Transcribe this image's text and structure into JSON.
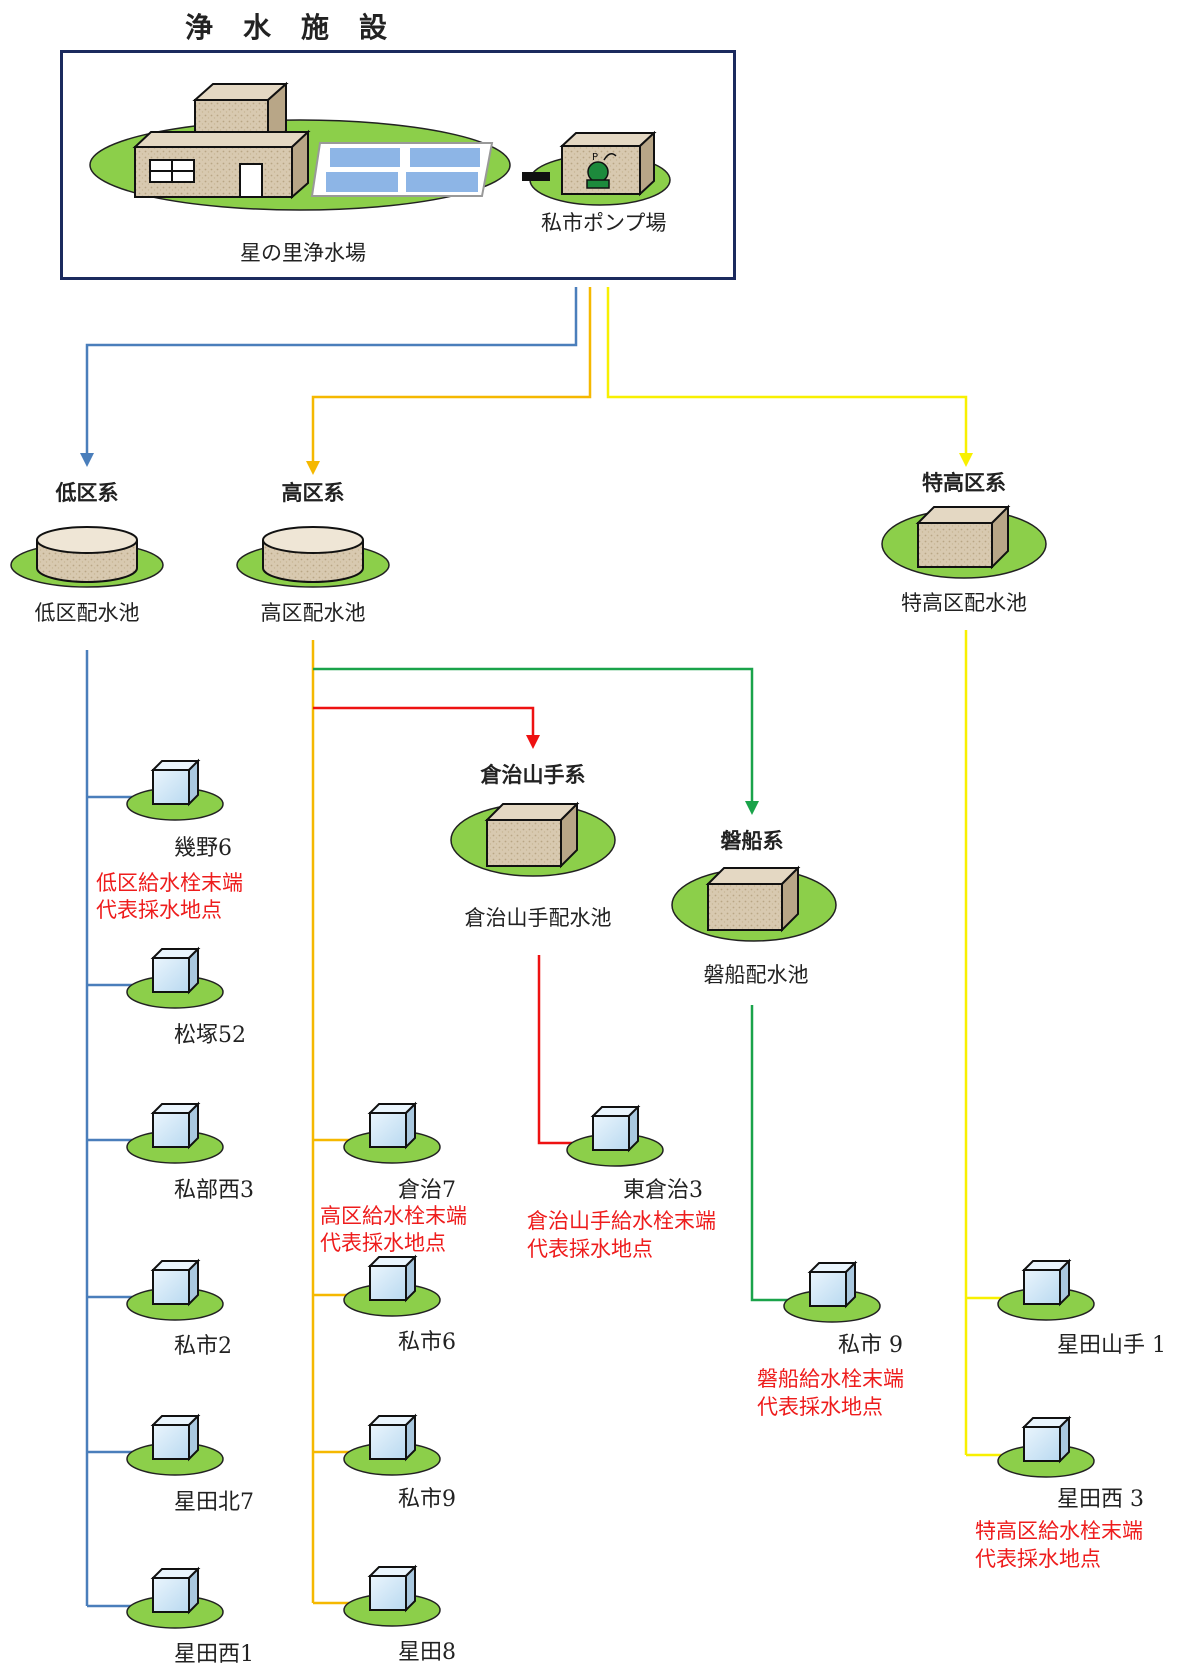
{
  "plant": {
    "title": "浄水施設",
    "main_plant": "星の里浄水場",
    "pump_station": "私市ポンプ場"
  },
  "systems": {
    "low": {
      "name": "低区系",
      "reservoir": "低区配水池"
    },
    "high": {
      "name": "高区系",
      "reservoir": "高区配水池"
    },
    "extra_high": {
      "name": "特高区系",
      "reservoir": "特高区配水池"
    },
    "kurachi_yamate": {
      "name": "倉治山手系",
      "reservoir": "倉治山手配水池"
    },
    "iwafune": {
      "name": "磐船系",
      "reservoir": "磐船配水池"
    }
  },
  "points": {
    "low": [
      "幾野6",
      "松塚52",
      "私部西3",
      "私市2",
      "星田北7",
      "星田西1"
    ],
    "high": [
      "倉治7",
      "私市6",
      "私市9",
      "星田8"
    ],
    "kurachi_yamate": [
      "東倉治3"
    ],
    "iwafune": [
      "私市 9"
    ],
    "extra_high": [
      "星田山手 1",
      "星田西 3"
    ]
  },
  "notes": {
    "low": [
      "低区給水栓末端",
      "代表採水地点"
    ],
    "high": [
      "高区給水栓末端",
      "代表採水地点"
    ],
    "kurachi_yamate": [
      "倉治山手給水栓末端",
      "代表採水地点"
    ],
    "iwafune": [
      "磐船給水栓末端",
      "代表採水地点"
    ],
    "extra_high": [
      "特高区給水栓末端",
      "代表採水地点"
    ]
  },
  "colors": {
    "low": "#4a7ebb",
    "high": "#f5b800",
    "extra_high": "#f8f000",
    "kurachi_yamate": "#ee1111",
    "iwafune": "#1aa34a",
    "note_text": "#ee1c1c",
    "frame": "#1b2a5e",
    "ground": "#8ccf4a",
    "building": "#d9cbb5",
    "glass": "#cfe6f7"
  }
}
